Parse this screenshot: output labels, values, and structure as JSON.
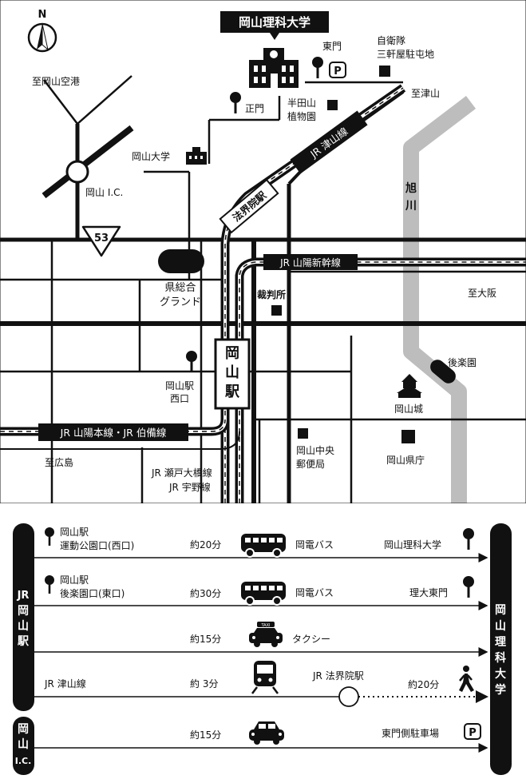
{
  "map": {
    "north_label": "N",
    "university_label": "岡山理科大学",
    "east_gate": "東門",
    "parking_symbol": "P",
    "sdf_camp": [
      "自衛隊",
      "三軒屋駐屯地"
    ],
    "to_tsuyama": "至津山",
    "to_airport": "至岡山空港",
    "main_gate": "正門",
    "handayama": [
      "半田山",
      "植物園"
    ],
    "okayama_univ": "岡山大学",
    "okayama_ic": "岡山 I.C.",
    "route53": "53",
    "tsuyama_line": "JR 津山線",
    "hokaiin_station": "法界院駅",
    "asahi_river": [
      "旭",
      "川"
    ],
    "shinkansen": "JR 山陽新幹線",
    "sports_ground": [
      "県総合",
      "グランド"
    ],
    "courthouse": "裁判所",
    "to_osaka": "至大阪",
    "korakuen": "後楽園",
    "okayama_station": [
      "岡",
      "山",
      "駅"
    ],
    "west_exit": [
      "岡山駅",
      "西口"
    ],
    "castle": "岡山城",
    "sanyo_hakubi": "JR 山陽本線・JR 伯備線",
    "post_office": [
      "岡山中央",
      "郵便局"
    ],
    "prefectural_office": "岡山県庁",
    "to_hiroshima": "至広島",
    "seto_uno": [
      "JR 瀬戸大橋線",
      "JR 宇野線"
    ]
  },
  "routes": {
    "left_station": [
      "JR",
      "岡",
      "山",
      "駅"
    ],
    "left_ic": [
      "岡",
      "山",
      "I.C."
    ],
    "right_destination": [
      "岡",
      "山",
      "理",
      "科",
      "大",
      "学"
    ],
    "rows": [
      {
        "stop": [
          "岡山駅",
          "運動公園口(西口)"
        ],
        "time": "約20分",
        "mode": "岡電バス",
        "destination": "岡山理科大学"
      },
      {
        "stop": [
          "岡山駅",
          "後楽園口(東口)"
        ],
        "time": "約30分",
        "mode": "岡電バス",
        "destination": "理大東門"
      },
      {
        "time": "約15分",
        "mode": "タクシー",
        "taxi_sign": "TAXI"
      },
      {
        "line": "JR 津山線",
        "time": "約  3分",
        "station": "JR 法界院駅",
        "walk_time": "約20分"
      },
      {
        "time": "約15分",
        "destination": "東門側駐車場",
        "parking_symbol": "P"
      }
    ]
  }
}
